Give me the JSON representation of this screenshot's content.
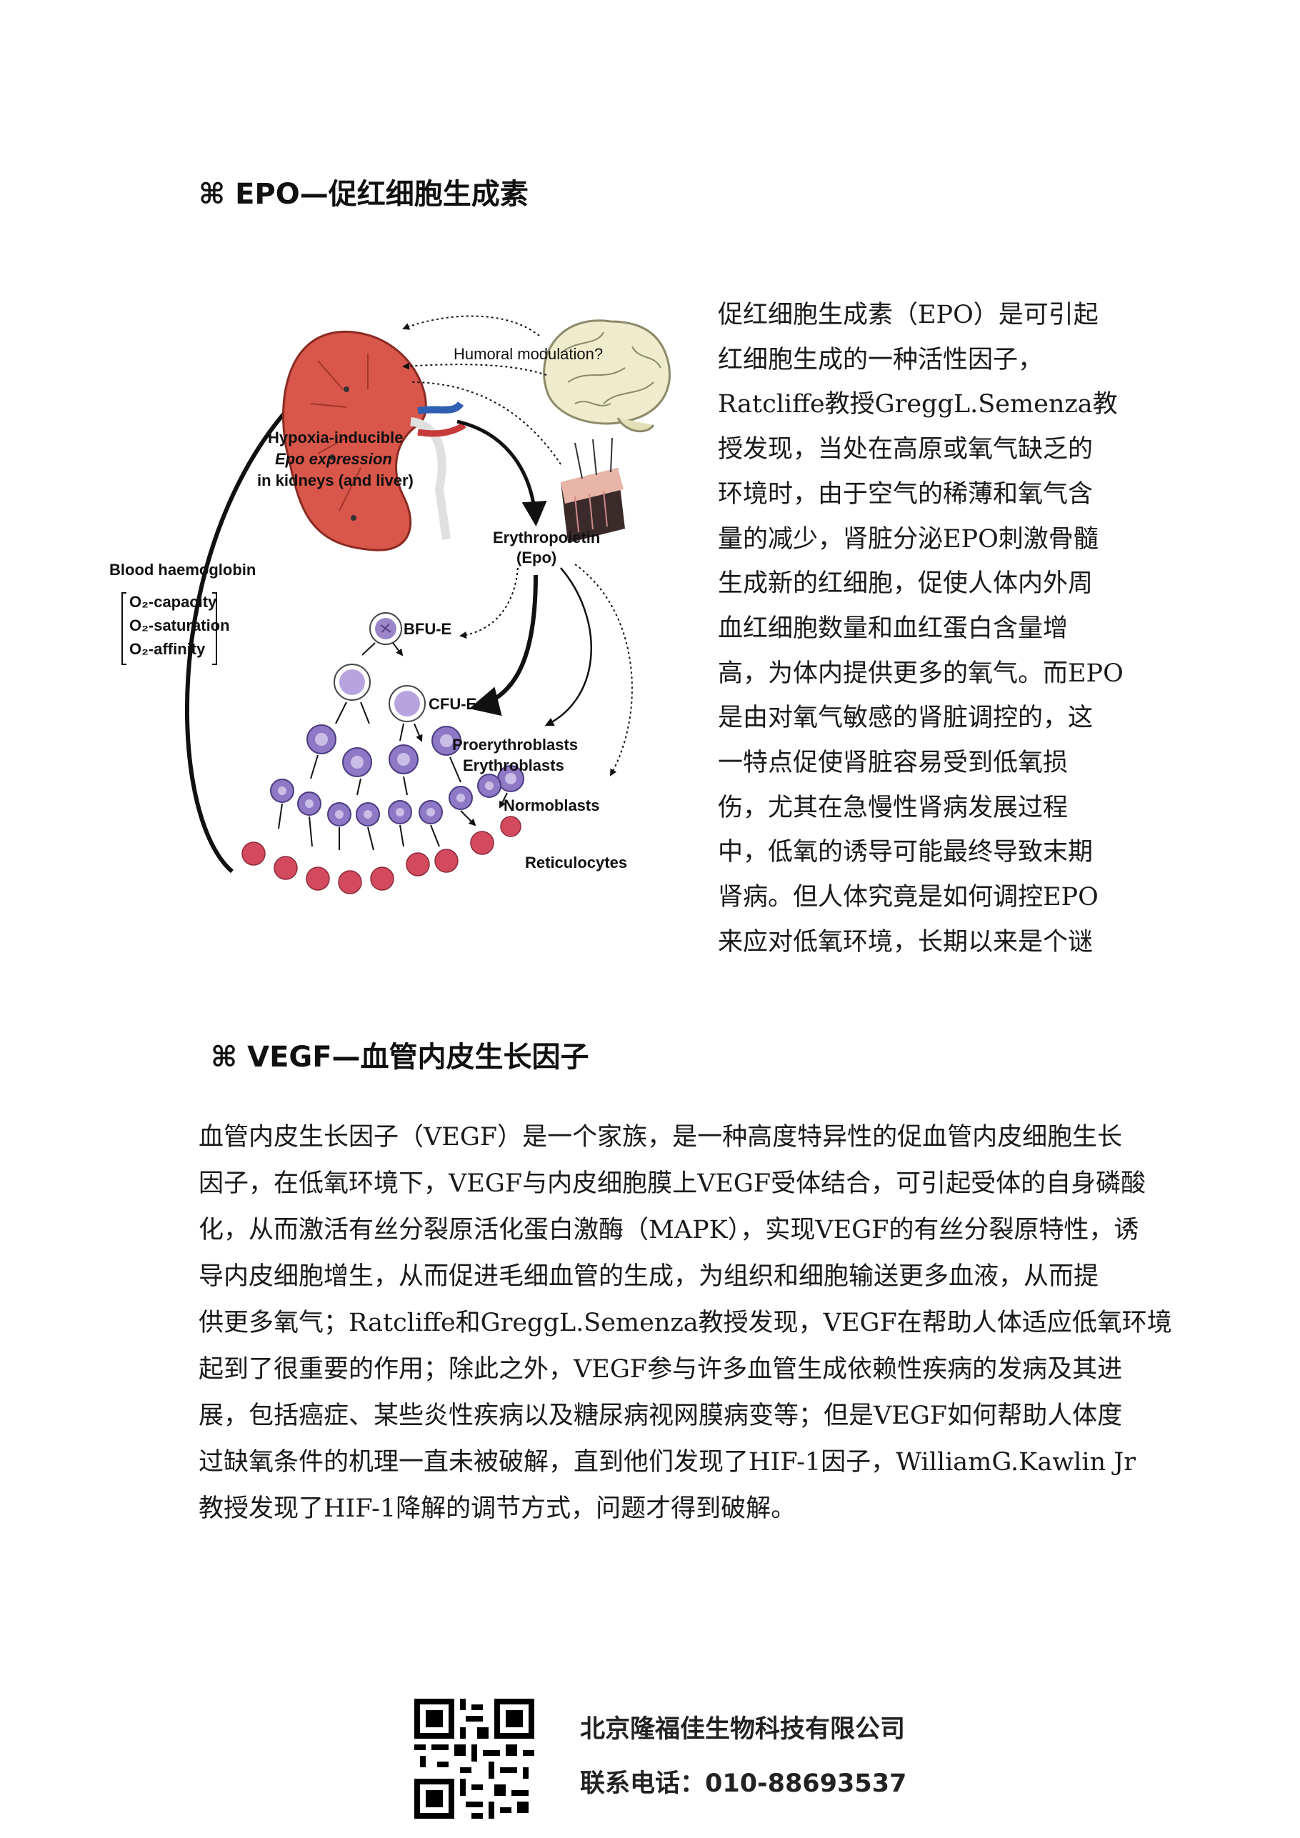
{
  "section_epo": {
    "symbol": "⌘",
    "title": "EPO—促红细胞生成素",
    "paragraph_lines": [
      "促红细胞生成素（EPO）是可引起",
      "红细胞生成的一种活性因子，",
      "Ratcliffe教授GreggL.Semenza教",
      "授发现，当处在高原或氧气缺乏的",
      "环境时，由于空气的稀薄和氧气含",
      "量的减少，肾脏分泌EPO刺激骨髓",
      "生成新的红细胞，促使人体内外周",
      "血红细胞数量和血红蛋白含量增",
      "高，为体内提供更多的氧气。而EPO",
      "是由对氧气敏感的肾脏调控的，这",
      "一特点促使肾脏容易受到低氧损",
      "伤，尤其在急慢性肾病发展过程",
      "中，低氧的诱导可能最终导致末期",
      "肾病。但人体究竟是如何调控EPO",
      "来应对低氧环境，长期以来是个谜"
    ]
  },
  "diagram": {
    "humoral": "Humoral modulation?",
    "hypoxia_1": "Hypoxia-inducible",
    "hypoxia_2": "Epo expression",
    "hypoxia_3": "in kidneys (and liver)",
    "epo_1": "Erythropoietin",
    "epo_2": "(Epo)",
    "blood_title": "Blood haemoglobin",
    "o2_capacity": "O₂-capacity",
    "o2_saturation": "O₂-saturation",
    "o2_affinity": "O₂-affinity",
    "bfu": "BFU-E",
    "cfu": "CFU-E",
    "proery": "Proerythroblasts",
    "ery": "Erythroblasts",
    "normo": "Normoblasts",
    "retic": "Reticulocytes"
  },
  "section_vegf": {
    "symbol": "⌘",
    "title": "VEGF—血管内皮生长因子",
    "paragraph_lines": [
      "血管内皮生长因子（VEGF）是一个家族，是一种高度特异性的促血管内皮细胞生长",
      "因子，在低氧环境下，VEGF与内皮细胞膜上VEGF受体结合，可引起受体的自身磷酸",
      "化，从而激活有丝分裂原活化蛋白激酶（MAPK），实现VEGF的有丝分裂原特性，诱",
      "导内皮细胞增生，从而促进毛细血管的生成，为组织和细胞输送更多血液，从而提",
      "供更多氧气；Ratcliffe和GreggL.Semenza教授发现，VEGF在帮助人体适应低氧环境",
      "起到了很重要的作用；除此之外，VEGF参与许多血管生成依赖性疾病的发病及其进",
      "展，包括癌症、某些炎性疾病以及糖尿病视网膜病变等；但是VEGF如何帮助人体度",
      "过缺氧条件的机理一直未被破解，直到他们发现了HIF-1因子，WilliamG.Kawlin Jr",
      "教授发现了HIF-1降解的调节方式，问题才得到破解。"
    ]
  },
  "footer": {
    "company": "北京隆福佳生物科技有限公司",
    "phone": "联系电话：010-88693537"
  },
  "colors": {
    "kidney": "#d9564a",
    "cell_purple": "#9a86c8",
    "reticulocyte": "#d34a5e",
    "text": "#1a1a1a"
  }
}
